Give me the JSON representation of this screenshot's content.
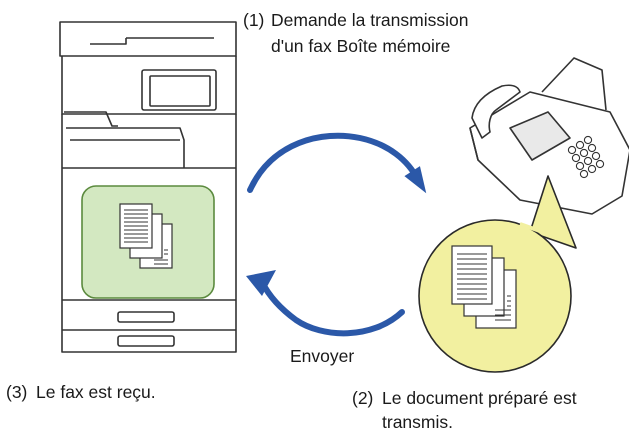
{
  "steps": {
    "step1": {
      "number": "(1)",
      "line1": "Demande la transmission",
      "line2": "d'un fax Boîte mémoire"
    },
    "step2": {
      "number": "(2)",
      "line1": "Le document préparé est",
      "line2": "transmis."
    },
    "step3": {
      "number": "(3)",
      "line1": "Le fax est reçu."
    }
  },
  "arrow_label": "Envoyer",
  "colors": {
    "arrow": "#2b58a8",
    "tray_green_fill": "#d3e8c1",
    "tray_green_stroke": "#5b8a3e",
    "bubble_yellow_fill": "#f2f0a0",
    "bubble_yellow_stroke": "#2a2a2a",
    "outline": "#333333"
  }
}
